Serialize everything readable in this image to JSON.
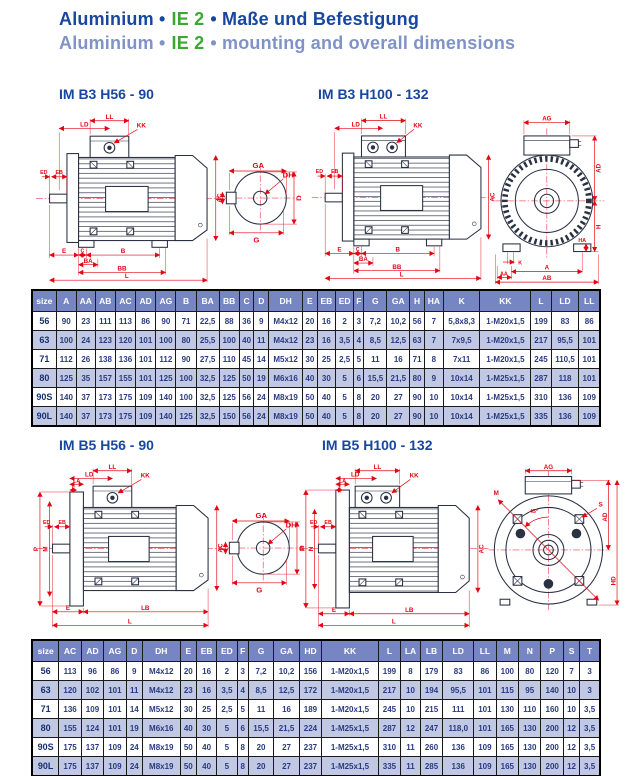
{
  "header": {
    "title_de": {
      "lead": "Aluminium •",
      "ie": "IE 2",
      "rest": "• Maße und Befestigung"
    },
    "title_en": {
      "lead": "Aluminium •",
      "ie": "IE 2",
      "rest": "• mounting and overall dimensions"
    }
  },
  "sections": {
    "b3_small": "IM B3 H56 - 90",
    "b3_large": "IM B3 H100 - 132",
    "b5_small": "IM B5 H56 - 90",
    "b5_large": "IM B5 H100 - 132"
  },
  "dim": {
    "ll": "LL",
    "ld": "LD",
    "la": "LA",
    "t": "T",
    "kk": "KK",
    "ed": "ED",
    "eb": "EB",
    "e": "E",
    "c": "C",
    "b": "B",
    "ba": "BA",
    "bb": "BB",
    "l": "L",
    "lb": "LB",
    "ac": "AC",
    "ga": "GA",
    "dh": "DH",
    "f": "F",
    "d": "D",
    "g": "G",
    "ag": "AG",
    "ad": "AD",
    "h": "H",
    "ha": "HA",
    "k": "K",
    "a": "A",
    "aa": "AA",
    "ab": "AB",
    "p": "P",
    "m": "M",
    "n": "N",
    "s": "S",
    "hd": "HD",
    "angle45": "45°"
  },
  "table_b3": {
    "headers": [
      "size",
      "A",
      "AA",
      "AB",
      "AC",
      "AD",
      "AG",
      "B",
      "BA",
      "BB",
      "C",
      "D",
      "DH",
      "E",
      "EB",
      "ED",
      "F",
      "G",
      "GA",
      "H",
      "HA",
      "K",
      "KK",
      "L",
      "LD",
      "LL"
    ],
    "rows": [
      [
        "56",
        "90",
        "23",
        "111",
        "113",
        "86",
        "90",
        "71",
        "22,5",
        "88",
        "36",
        "9",
        "M4x12",
        "20",
        "16",
        "2",
        "3",
        "7,2",
        "10,2",
        "56",
        "7",
        "5,8x8,3",
        "1-M20x1,5",
        "199",
        "83",
        "86"
      ],
      [
        "63",
        "100",
        "24",
        "123",
        "120",
        "101",
        "100",
        "80",
        "25,5",
        "100",
        "40",
        "11",
        "M4x12",
        "23",
        "16",
        "3,5",
        "4",
        "8,5",
        "12,5",
        "63",
        "7",
        "7x9,5",
        "1-M20x1,5",
        "217",
        "95,5",
        "101"
      ],
      [
        "71",
        "112",
        "26",
        "138",
        "136",
        "101",
        "112",
        "90",
        "27,5",
        "110",
        "45",
        "14",
        "M5x12",
        "30",
        "25",
        "2,5",
        "5",
        "11",
        "16",
        "71",
        "8",
        "7x11",
        "1-M20x1,5",
        "245",
        "110,5",
        "101"
      ],
      [
        "80",
        "125",
        "35",
        "157",
        "155",
        "101",
        "125",
        "100",
        "32,5",
        "125",
        "50",
        "19",
        "M6x16",
        "40",
        "30",
        "5",
        "6",
        "15,5",
        "21,5",
        "80",
        "9",
        "10x14",
        "1-M25x1,5",
        "287",
        "118",
        "101"
      ],
      [
        "90S",
        "140",
        "37",
        "173",
        "175",
        "109",
        "140",
        "100",
        "32,5",
        "125",
        "56",
        "24",
        "M8x19",
        "50",
        "40",
        "5",
        "8",
        "20",
        "27",
        "90",
        "10",
        "10x14",
        "1-M25x1,5",
        "310",
        "136",
        "109"
      ],
      [
        "90L",
        "140",
        "37",
        "173",
        "175",
        "109",
        "140",
        "125",
        "32,5",
        "150",
        "56",
        "24",
        "M8x19",
        "50",
        "40",
        "5",
        "8",
        "20",
        "27",
        "90",
        "10",
        "10x14",
        "1-M25x1,5",
        "335",
        "136",
        "109"
      ]
    ]
  },
  "table_b5": {
    "headers": [
      "size",
      "AC",
      "AD",
      "AG",
      "D",
      "DH",
      "E",
      "EB",
      "ED",
      "F",
      "G",
      "GA",
      "HD",
      "KK",
      "L",
      "LA",
      "LB",
      "LD",
      "LL",
      "M",
      "N",
      "P",
      "S",
      "T"
    ],
    "rows": [
      [
        "56",
        "113",
        "96",
        "86",
        "9",
        "M4x12",
        "20",
        "16",
        "2",
        "3",
        "7,2",
        "10,2",
        "156",
        "1-M20x1,5",
        "199",
        "8",
        "179",
        "83",
        "86",
        "100",
        "80",
        "120",
        "7",
        "3"
      ],
      [
        "63",
        "120",
        "102",
        "101",
        "11",
        "M4x12",
        "23",
        "16",
        "3,5",
        "4",
        "8,5",
        "12,5",
        "172",
        "1-M20x1,5",
        "217",
        "10",
        "194",
        "95,5",
        "101",
        "115",
        "95",
        "140",
        "10",
        "3"
      ],
      [
        "71",
        "136",
        "109",
        "101",
        "14",
        "M5x12",
        "30",
        "25",
        "2,5",
        "5",
        "11",
        "16",
        "189",
        "1-M20x1,5",
        "245",
        "10",
        "215",
        "111",
        "101",
        "130",
        "110",
        "160",
        "10",
        "3,5"
      ],
      [
        "80",
        "155",
        "124",
        "101",
        "19",
        "M6x16",
        "40",
        "30",
        "5",
        "6",
        "15,5",
        "21,5",
        "224",
        "1-M25x1,5",
        "287",
        "12",
        "247",
        "118,0",
        "101",
        "165",
        "130",
        "200",
        "12",
        "3,5"
      ],
      [
        "90S",
        "175",
        "137",
        "109",
        "24",
        "M8x19",
        "50",
        "40",
        "5",
        "8",
        "20",
        "27",
        "237",
        "1-M25x1,5",
        "310",
        "11",
        "260",
        "136",
        "109",
        "165",
        "130",
        "200",
        "12",
        "3,5"
      ],
      [
        "90L",
        "175",
        "137",
        "109",
        "24",
        "M8x19",
        "50",
        "40",
        "5",
        "8",
        "20",
        "27",
        "237",
        "1-M25x1,5",
        "335",
        "11",
        "285",
        "136",
        "109",
        "165",
        "130",
        "200",
        "12",
        "3,5"
      ]
    ]
  },
  "colors": {
    "title_blue": "#17479e",
    "title_light_blue": "#8093c8",
    "ie_green": "#3fa535",
    "dimension_red": "#e30613",
    "table_header_bg": "#7686c3",
    "row_shade": "#c0c8e4",
    "cell_text": "#2a3a80",
    "drawing_line": "#2a3142"
  }
}
